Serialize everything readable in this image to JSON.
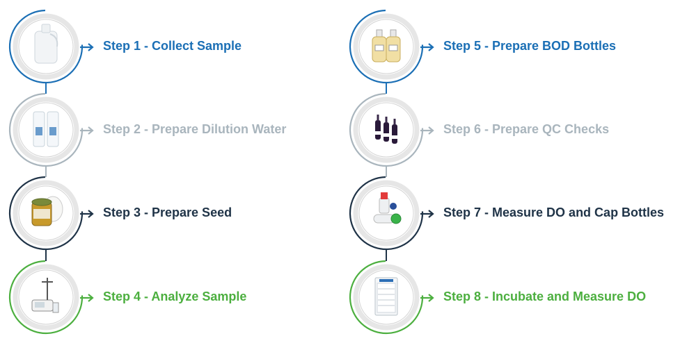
{
  "colors": {
    "blue": "#1b6fb5",
    "gray": "#a9b5bd",
    "navy": "#1f3347",
    "green": "#4caf3f",
    "ring_inner": "#e6e6e6"
  },
  "steps": [
    {
      "label": "Step 1 - Collect Sample",
      "color": "blue",
      "icon": "sample-jug-icon"
    },
    {
      "label": "Step 2 - Prepare Dilution Water",
      "color": "gray",
      "icon": "buffer-pillows-icon"
    },
    {
      "label": "Step 3 - Prepare Seed",
      "color": "navy",
      "icon": "seed-capsule-jar-icon"
    },
    {
      "label": "Step 4 - Analyze Sample",
      "color": "green",
      "icon": "meter-probe-icon"
    },
    {
      "label": "Step 5 - Prepare BOD Bottles",
      "color": "blue",
      "icon": "bod-bottles-icon"
    },
    {
      "label": "Step 6 - Prepare QC Checks",
      "color": "gray",
      "icon": "qc-ampules-icon"
    },
    {
      "label": "Step 7 - Measure DO and Cap Bottles",
      "color": "navy",
      "icon": "do-probe-caps-icon"
    },
    {
      "label": "Step 8 - Incubate and Measure DO",
      "color": "green",
      "icon": "incubator-icon"
    }
  ]
}
